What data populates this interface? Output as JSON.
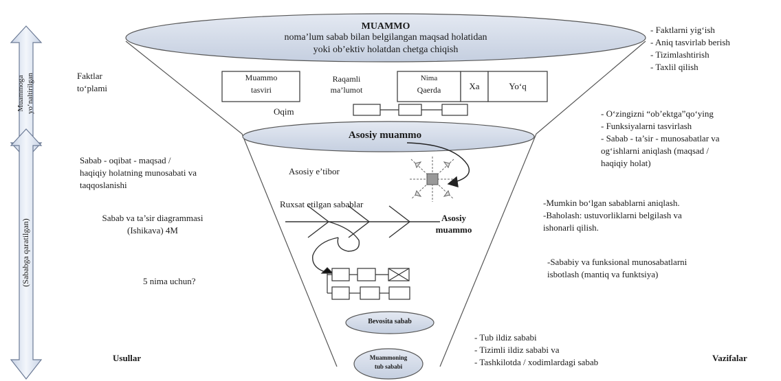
{
  "funnel": {
    "top_title": "MUAMMO",
    "top_line1": "noma’lum sabab bilan belgilangan maqsad holatidan",
    "top_line2": "yoki ob’ektiv holatdan chetga chiqish",
    "box_tavsiri_1": "Muammo",
    "box_tavsiri_2": "tasviri",
    "raqamli_1": "Raqamli",
    "raqamli_2": "ma’lumot",
    "nima_1": "Nima",
    "nima_2": "Qaerda",
    "xa": "Xa",
    "yoq": "Yo‘q",
    "oqim": "Oqim",
    "asosiy_muammo": "Asosiy muammo",
    "asosiy_etibor": "Asosiy e’tibor",
    "ruxsat": "Ruxsat etilgan sabablar",
    "fishbone_head_1": "Asosiy",
    "fishbone_head_2": "muammo",
    "bevosita": "Bevosita sabab",
    "tub_1": "Muammoning",
    "tub_2": "tub sababi"
  },
  "left": {
    "arrow_top_label_1": "Muammoga",
    "arrow_top_label_2": "yo‘naltirilgan",
    "arrow_bottom_label": "(Sababga qaratilgan)",
    "faktlar_1": "Faktlar",
    "faktlar_2": "to‘plami",
    "sabab_1": "Sabab  -  oqibat  -  maqsad  /",
    "sabab_2": "haqiqiy holatning munosabati va",
    "sabab_3": "taqqoslanishi",
    "ishikava_1": "Sabab va ta’sir diagrammasi",
    "ishikava_2": "(Ishikava) 4M",
    "nima_uchun": "5 nima uchun?",
    "usullar": "Usullar"
  },
  "right": {
    "block1": [
      "- Faktlarni yig‘ish",
      "- Aniq tasvirlab berish",
      "- Tizimlashtirish",
      "- Taxlil qilish"
    ],
    "block2_1": "- O‘zingizni “ob’ektga”qo‘ying",
    "block2_2": "- Funksiyalarni tasvirlash",
    "block2_3": " - Sabab - ta’sir - munosabatlar va",
    "block2_4": "og‘ishlarni aniqlash (maqsad /",
    "block2_5": "haqiqiy holat)",
    "block3_1": "-Mumkin bo‘lgan sabablarni aniqlash.",
    "block3_2": "-Baholash:  ustuvorliklarni  belgilash  va",
    "block3_3": "ishonarli qilish.",
    "block4_1": "-Sababiy  va  funksional  munosabatlarni",
    "block4_2": "isbotlash (mantiq va funktsiya)",
    "block5": [
      "- Tub ildiz sababi",
      "- Tizimli ildiz sababi va",
      "- Tashkilotda / xodimlardagi sabab"
    ],
    "vazifalar": "Vazifalar"
  },
  "colors": {
    "ellipse_fill": "#cdd6e6",
    "line": "#555555"
  }
}
